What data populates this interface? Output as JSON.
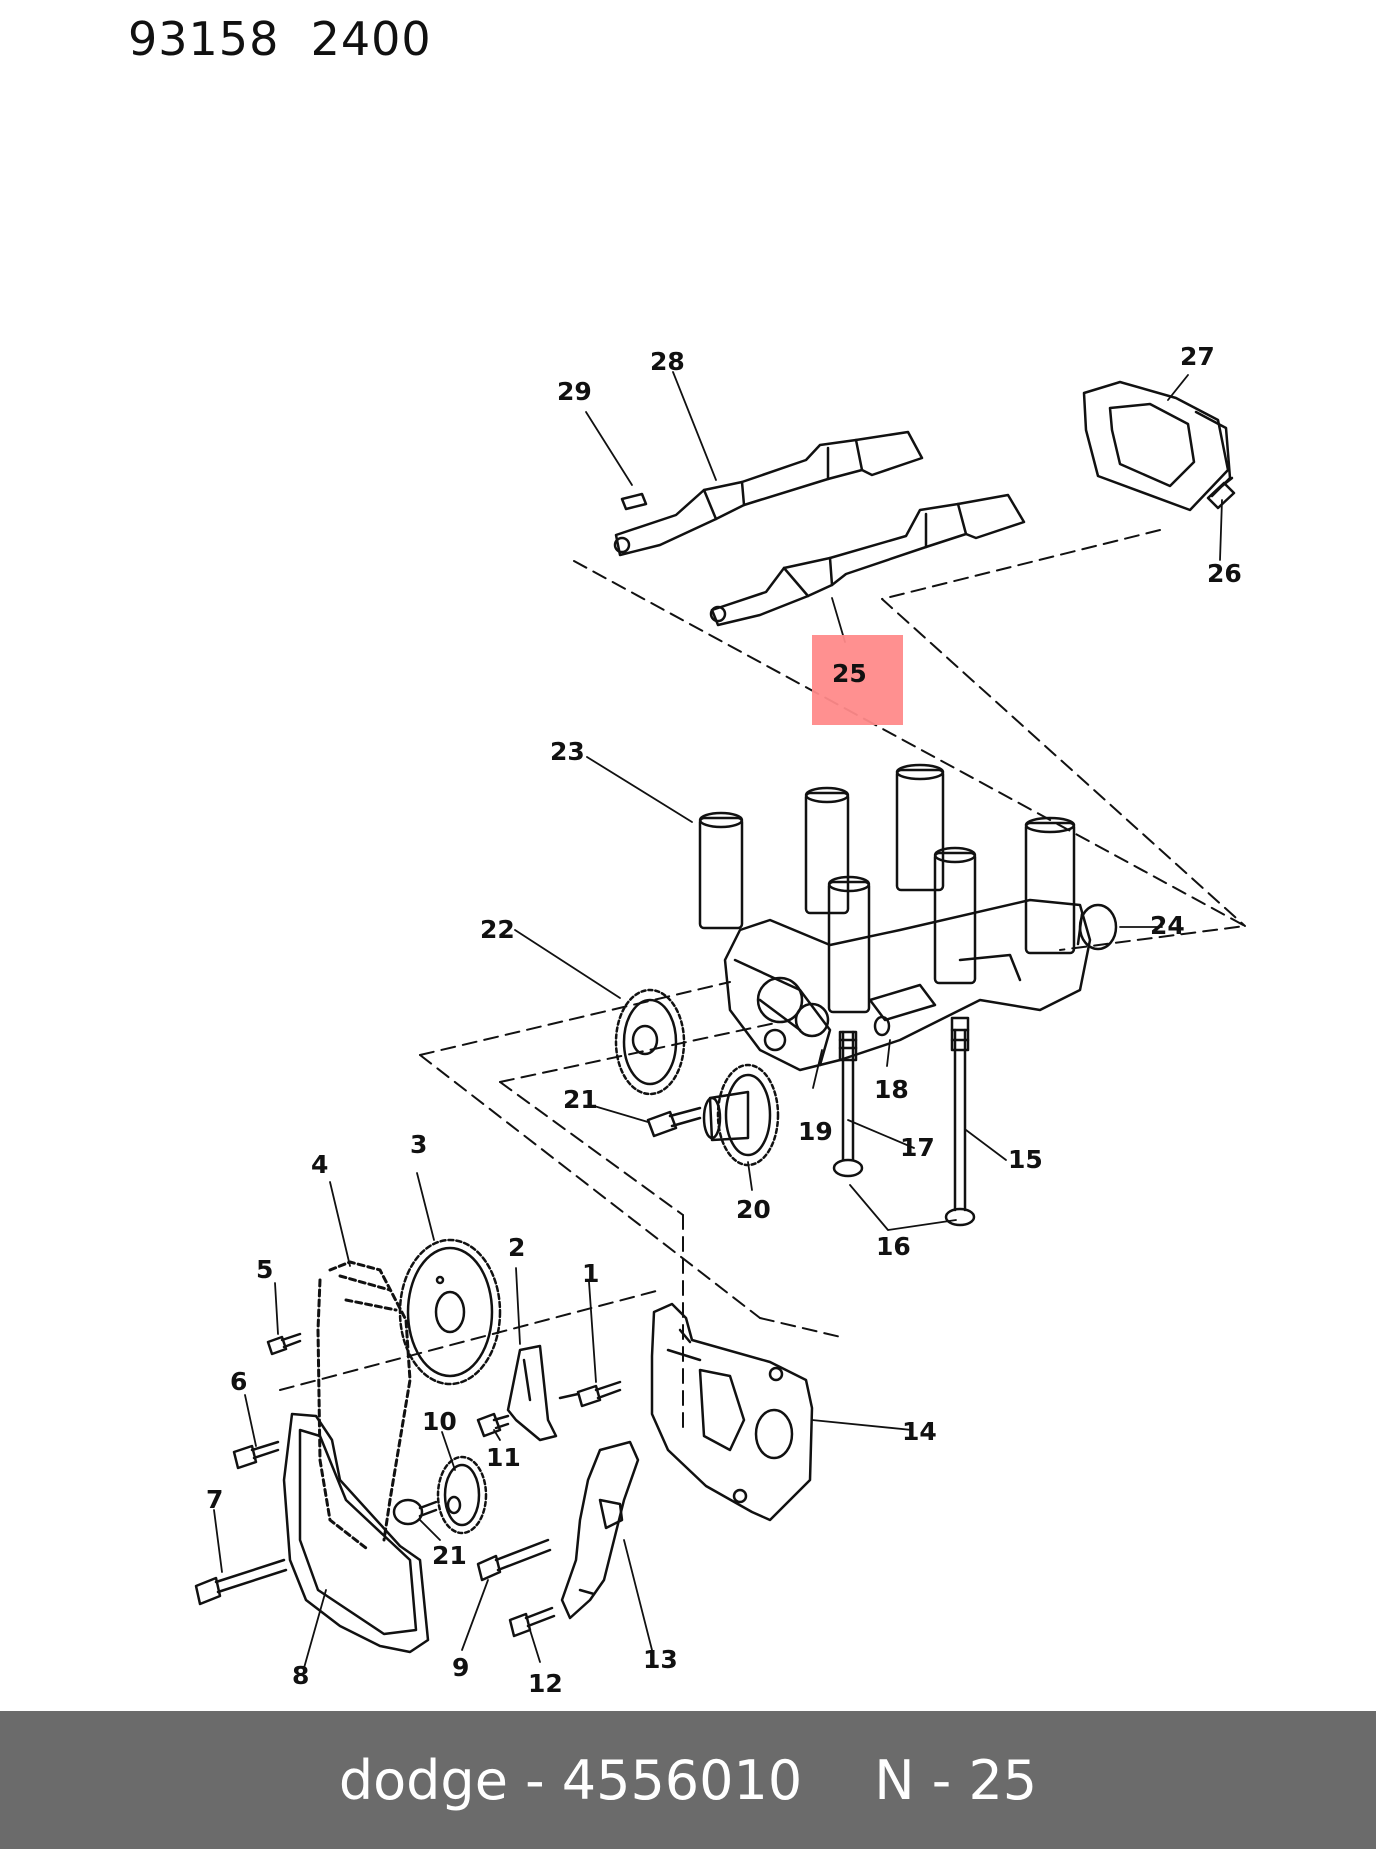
{
  "doc_code": "93158  2400",
  "highlight": {
    "label": "25",
    "color": "#ff8a8a"
  },
  "callouts": {
    "c1": "1",
    "c2": "2",
    "c3": "3",
    "c4": "4",
    "c5": "5",
    "c6": "6",
    "c7": "7",
    "c8": "8",
    "c9": "9",
    "c10": "10",
    "c11": "11",
    "c12": "12",
    "c13": "13",
    "c14": "14",
    "c15": "15",
    "c16": "16",
    "c17": "17",
    "c18": "18",
    "c19": "19",
    "c20": "20",
    "c21a": "21",
    "c21b": "21",
    "c22": "22",
    "c23": "23",
    "c24": "24",
    "c25": "25",
    "c26": "26",
    "c27": "27",
    "c28": "28",
    "c29": "29"
  },
  "footer": {
    "left": "dodge - 4556010",
    "right": "N - 25"
  }
}
